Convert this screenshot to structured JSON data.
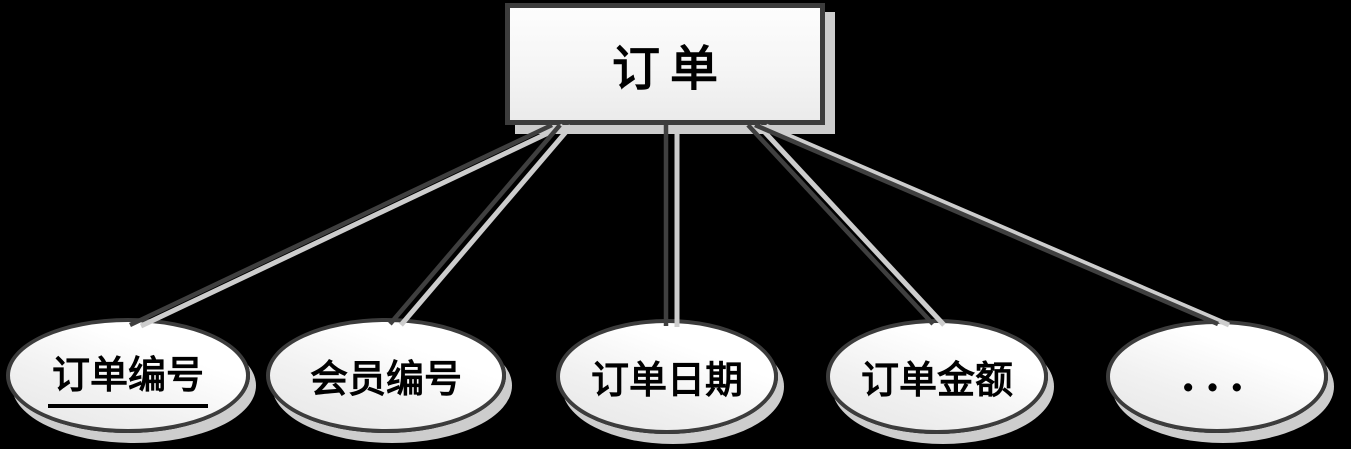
{
  "diagram": {
    "type": "er-attribute-diagram",
    "entity": {
      "label": "订单"
    },
    "attributes": [
      {
        "label": "订单编号",
        "primary_key": true
      },
      {
        "label": "会员编号",
        "primary_key": false
      },
      {
        "label": "订单日期",
        "primary_key": false
      },
      {
        "label": "订单金额",
        "primary_key": false
      },
      {
        "label": "...",
        "primary_key": false
      }
    ],
    "colors": {
      "border": "#3c3c3c",
      "line": "#3f3f3f",
      "shadow": "#cdcdcd",
      "background": "#000000",
      "text": "#000000"
    }
  }
}
